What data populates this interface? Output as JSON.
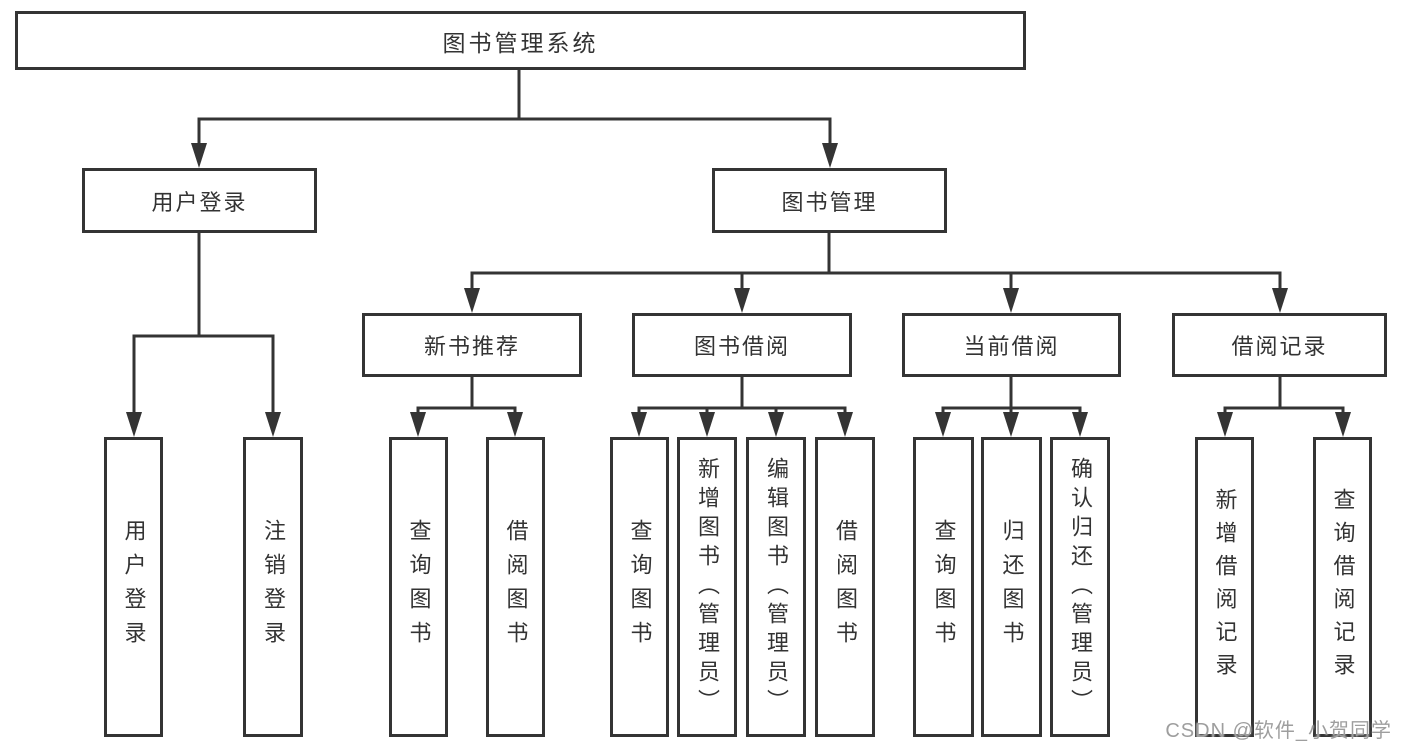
{
  "diagram": {
    "root": "图书管理系统",
    "level2": {
      "user_login": "用户登录",
      "book_mgmt": "图书管理"
    },
    "level3": {
      "new_books": "新书推荐",
      "book_borrow": "图书借阅",
      "current_borrow": "当前借阅",
      "borrow_records": "借阅记录"
    },
    "leaves": {
      "user_login": [
        "用户登录",
        "注销登录"
      ],
      "new_books": [
        "查询图书",
        "借阅图书"
      ],
      "book_borrow": [
        "查询图书",
        "新增图书（管理员）",
        "编辑图书（管理员）",
        "借阅图书"
      ],
      "current_borrow": [
        "查询图书",
        "归还图书",
        "确认归还（管理员）"
      ],
      "borrow_records": [
        "新增借阅记录",
        "查询借阅记录"
      ]
    }
  },
  "watermark": "CSDN @软件_小贺同学",
  "colors": {
    "line": "#343434",
    "text": "#333333",
    "watermark": "#9e9e9e"
  }
}
